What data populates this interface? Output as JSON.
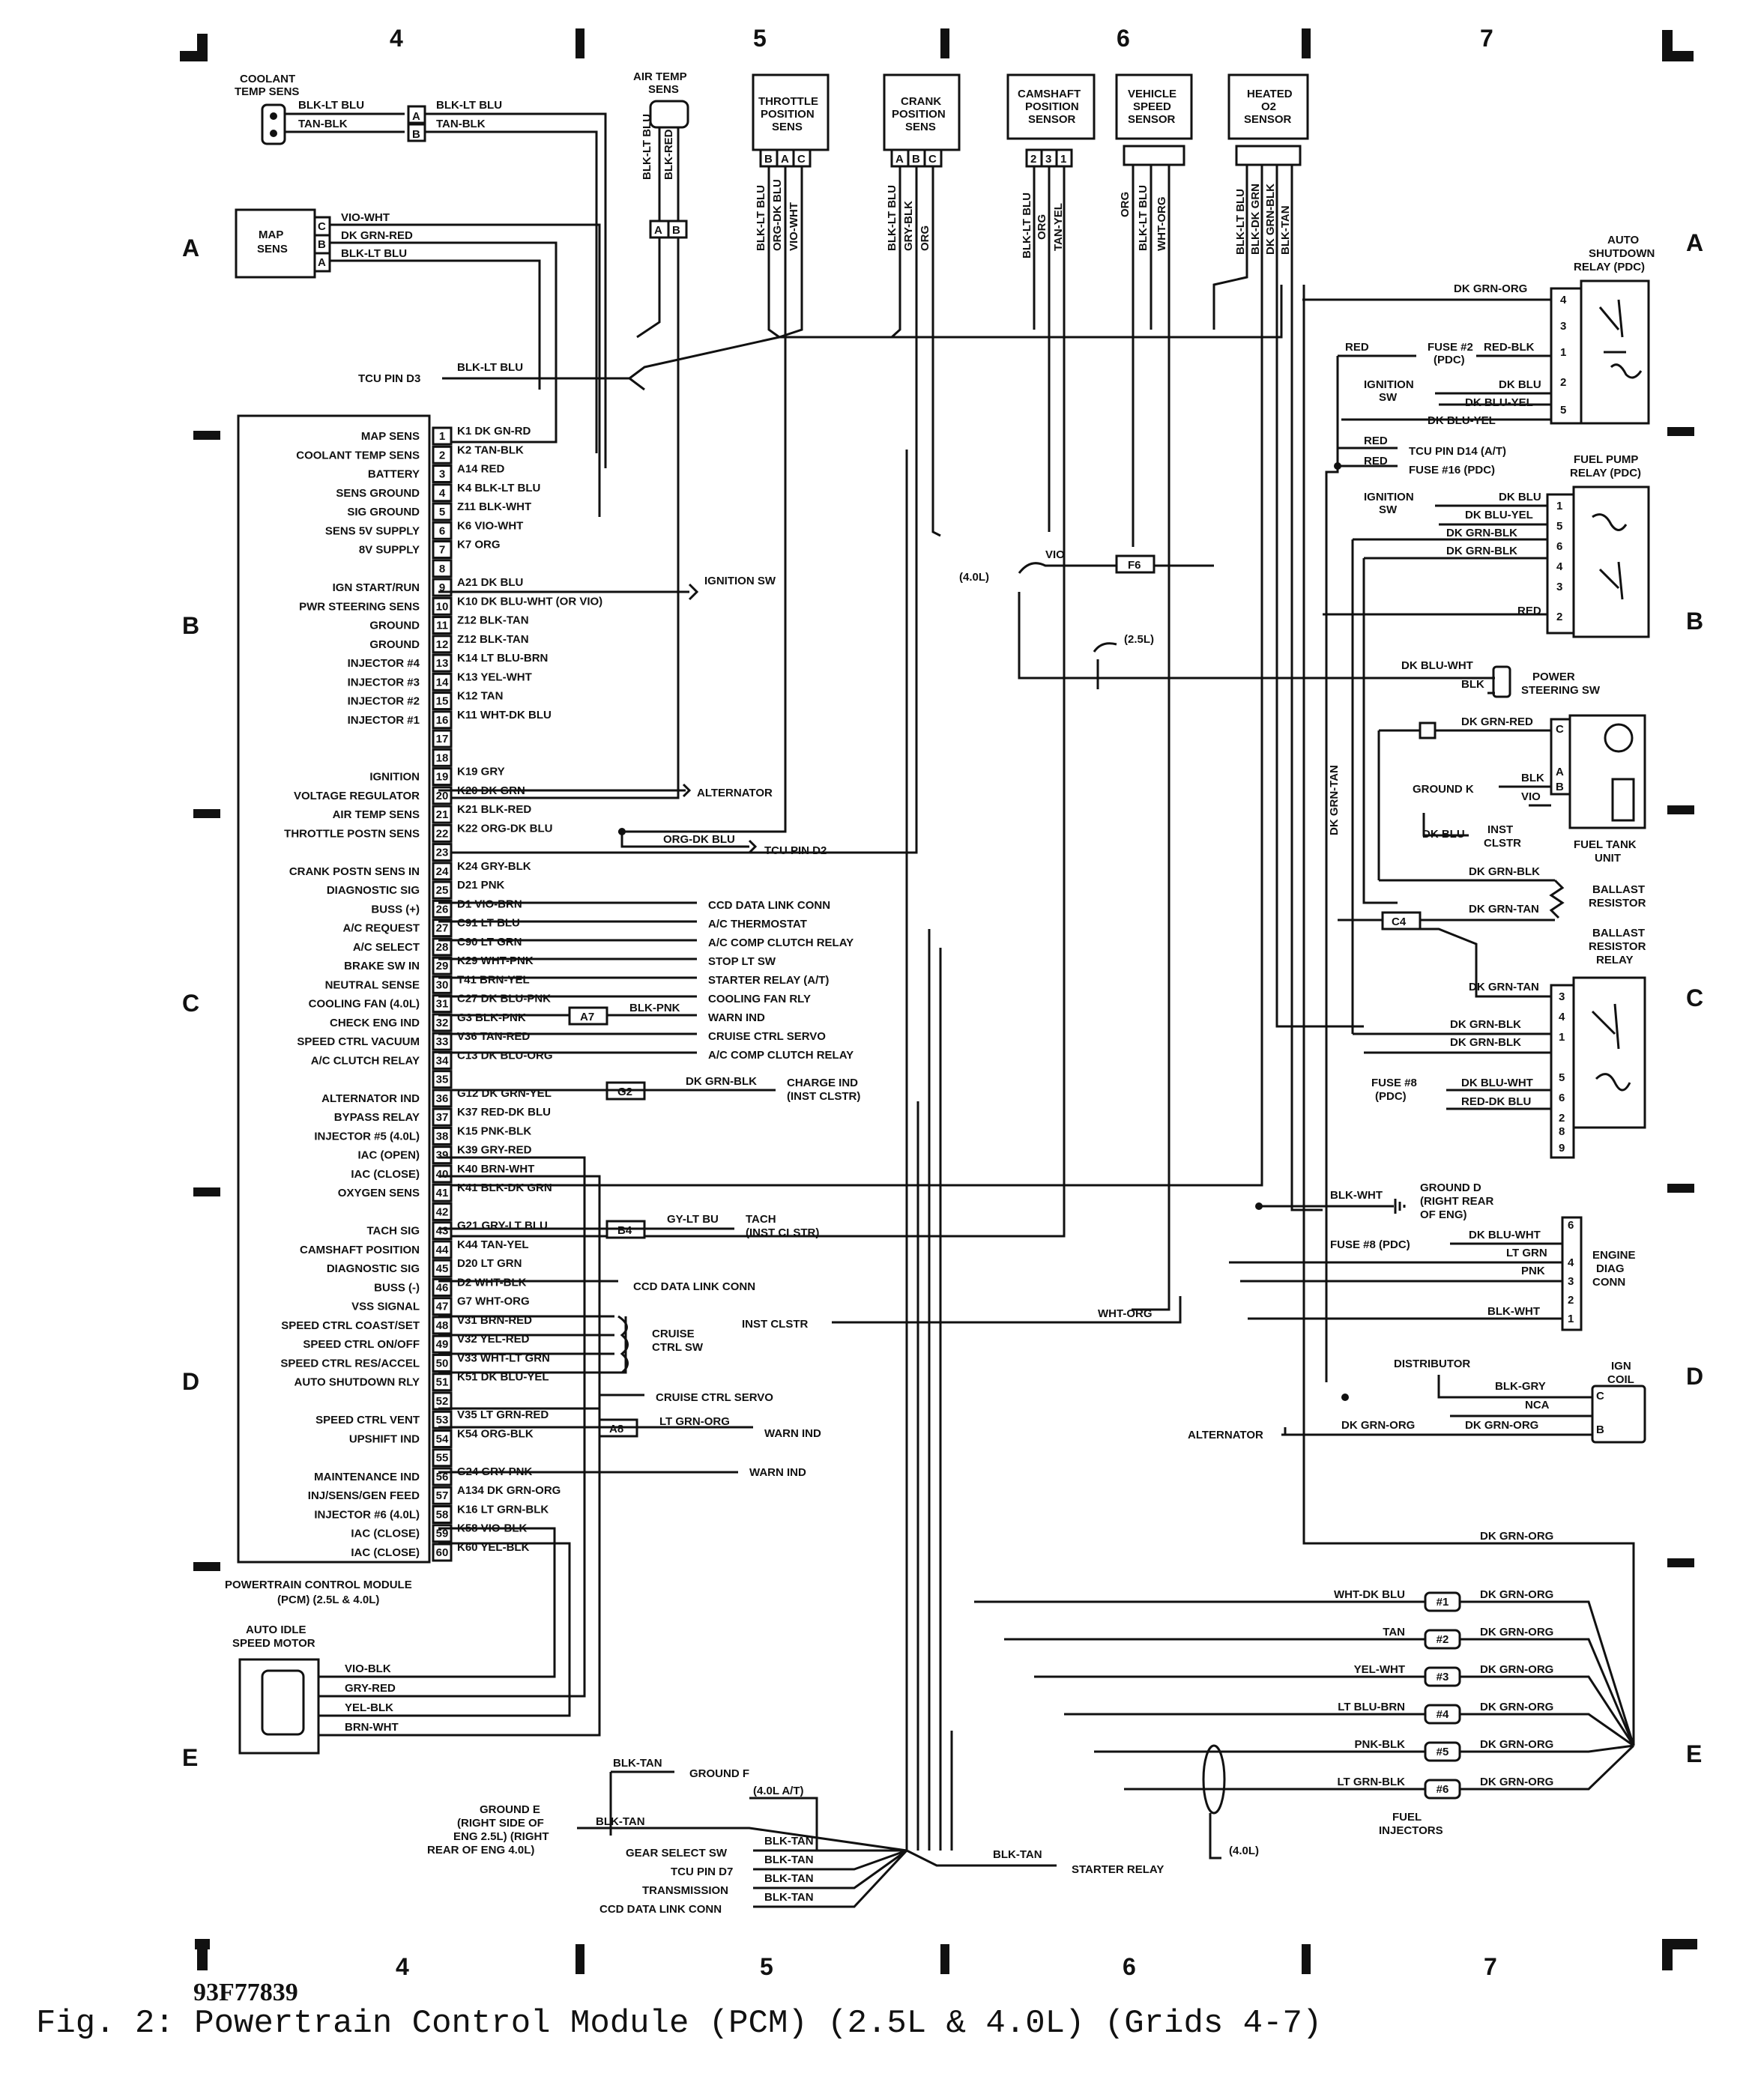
{
  "grid": {
    "top_numbers": [
      "4",
      "5",
      "6",
      "7"
    ],
    "bottom_numbers": [
      "4",
      "5",
      "6",
      "7"
    ],
    "left_letters": [
      "A",
      "B",
      "C",
      "D",
      "E"
    ],
    "right_letters": [
      "A",
      "B",
      "C",
      "D",
      "E"
    ]
  },
  "sensors": {
    "coolant": [
      "COOLANT",
      "TEMP SENS"
    ],
    "air_temp": [
      "AIR TEMP",
      "SENS"
    ],
    "throttle": [
      "THROTTLE",
      "POSITION",
      "SENS"
    ],
    "crank": [
      "CRANK",
      "POSITION",
      "SENS"
    ],
    "camshaft": [
      "CAMSHAFT",
      "POSITION",
      "SENSOR"
    ],
    "vehicle_speed": [
      "VEHICLE",
      "SPEED",
      "SENSOR"
    ],
    "heated_o2": [
      "HEATED",
      "O2",
      "SENSOR"
    ],
    "map": [
      "MAP",
      "SENS"
    ]
  },
  "top_wires": {
    "coolant": [
      "BLK-LT BLU",
      "TAN-BLK"
    ],
    "coolant_pins": [
      "A",
      "B"
    ],
    "map": [
      "VIO-WHT",
      "DK GRN-RED",
      "BLK-LT BLU"
    ],
    "map_pins": [
      "C",
      "B",
      "A"
    ],
    "tcu_pin": "TCU PIN D3",
    "tcu_wire": "BLK-LT BLU",
    "air_temp": [
      "BLK-LT BLU",
      "BLK-RED"
    ],
    "throttle": [
      "BLK-LT BLU",
      "ORG-DK BLU",
      "VIO-WHT"
    ],
    "crank": [
      "BLK-LT BLU",
      "GRY-BLK",
      "ORG"
    ],
    "camshaft": [
      "BLK-LT BLU",
      "ORG",
      "TAN-YEL"
    ],
    "vehicle_speed": [
      "ORG",
      "BLK-LT BLU",
      "WHT-ORG"
    ],
    "heated_o2": [
      "BLK-LT BLU",
      "BLK-DK GRN",
      "DK GRN-BLK",
      "BLK-TAN"
    ]
  },
  "pcm": {
    "title": [
      "POWERTRAIN CONTROL MODULE",
      "(PCM) (2.5L & 4.0L)"
    ],
    "pins": [
      {
        "n": "1",
        "label": "MAP SENS",
        "wire": "K1 DK GN-RD"
      },
      {
        "n": "2",
        "label": "COOLANT TEMP SENS",
        "wire": "K2 TAN-BLK"
      },
      {
        "n": "3",
        "label": "BATTERY",
        "wire": "A14 RED"
      },
      {
        "n": "4",
        "label": "SENS GROUND",
        "wire": "K4 BLK-LT BLU"
      },
      {
        "n": "5",
        "label": "SIG GROUND",
        "wire": "Z11 BLK-WHT"
      },
      {
        "n": "6",
        "label": "SENS 5V SUPPLY",
        "wire": "K6 VIO-WHT"
      },
      {
        "n": "7",
        "label": "8V SUPPLY",
        "wire": "K7 ORG"
      },
      {
        "n": "8",
        "label": "",
        "wire": ""
      },
      {
        "n": "9",
        "label": "IGN START/RUN",
        "wire": "A21 DK BLU"
      },
      {
        "n": "10",
        "label": "PWR STEERING SENS",
        "wire": "K10 DK BLU-WHT (OR VIO)"
      },
      {
        "n": "11",
        "label": "GROUND",
        "wire": "Z12 BLK-TAN"
      },
      {
        "n": "12",
        "label": "GROUND",
        "wire": "Z12 BLK-TAN"
      },
      {
        "n": "13",
        "label": "INJECTOR #4",
        "wire": "K14 LT BLU-BRN"
      },
      {
        "n": "14",
        "label": "INJECTOR #3",
        "wire": "K13 YEL-WHT"
      },
      {
        "n": "15",
        "label": "INJECTOR #2",
        "wire": "K12 TAN"
      },
      {
        "n": "16",
        "label": "INJECTOR #1",
        "wire": "K11 WHT-DK BLU"
      },
      {
        "n": "17",
        "label": "",
        "wire": ""
      },
      {
        "n": "18",
        "label": "",
        "wire": ""
      },
      {
        "n": "19",
        "label": "IGNITION",
        "wire": "K19 GRY"
      },
      {
        "n": "20",
        "label": "VOLTAGE REGULATOR",
        "wire": "K20 DK GRN"
      },
      {
        "n": "21",
        "label": "AIR TEMP SENS",
        "wire": "K21 BLK-RED"
      },
      {
        "n": "22",
        "label": "THROTTLE POSTN SENS",
        "wire": "K22 ORG-DK BLU"
      },
      {
        "n": "23",
        "label": "",
        "wire": ""
      },
      {
        "n": "24",
        "label": "CRANK POSTN SENS IN",
        "wire": "K24 GRY-BLK"
      },
      {
        "n": "25",
        "label": "DIAGNOSTIC SIG",
        "wire": "D21 PNK"
      },
      {
        "n": "26",
        "label": "BUSS (+)",
        "wire": "D1 VIO-BRN"
      },
      {
        "n": "27",
        "label": "A/C REQUEST",
        "wire": "C91 LT BLU"
      },
      {
        "n": "28",
        "label": "A/C SELECT",
        "wire": "C90 LT GRN"
      },
      {
        "n": "29",
        "label": "BRAKE SW IN",
        "wire": "K29 WHT-PNK"
      },
      {
        "n": "30",
        "label": "NEUTRAL SENSE",
        "wire": "T41 BRN-YEL"
      },
      {
        "n": "31",
        "label": "COOLING FAN (4.0L)",
        "wire": "C27 DK BLU-PNK"
      },
      {
        "n": "32",
        "label": "CHECK ENG IND",
        "wire": "G3 BLK-PNK"
      },
      {
        "n": "33",
        "label": "SPEED CTRL VACUUM",
        "wire": "V36 TAN-RED"
      },
      {
        "n": "34",
        "label": "A/C CLUTCH RELAY",
        "wire": "C13 DK BLU-ORG"
      },
      {
        "n": "35",
        "label": "",
        "wire": ""
      },
      {
        "n": "36",
        "label": "ALTERNATOR IND",
        "wire": "G12 DK GRN-YEL"
      },
      {
        "n": "37",
        "label": "BYPASS RELAY",
        "wire": "K37 RED-DK BLU"
      },
      {
        "n": "38",
        "label": "INJECTOR #5 (4.0L)",
        "wire": "K15 PNK-BLK"
      },
      {
        "n": "39",
        "label": "IAC (OPEN)",
        "wire": "K39 GRY-RED"
      },
      {
        "n": "40",
        "label": "IAC (CLOSE)",
        "wire": "K40 BRN-WHT"
      },
      {
        "n": "41",
        "label": "OXYGEN SENS",
        "wire": "K41 BLK-DK GRN"
      },
      {
        "n": "42",
        "label": "",
        "wire": ""
      },
      {
        "n": "43",
        "label": "TACH SIG",
        "wire": "G21 GRY-LT BLU"
      },
      {
        "n": "44",
        "label": "CAMSHAFT POSITION",
        "wire": "K44 TAN-YEL"
      },
      {
        "n": "45",
        "label": "DIAGNOSTIC SIG",
        "wire": "D20 LT GRN"
      },
      {
        "n": "46",
        "label": "BUSS (-)",
        "wire": "D2 WHT-BLK"
      },
      {
        "n": "47",
        "label": "VSS SIGNAL",
        "wire": "G7 WHT-ORG"
      },
      {
        "n": "48",
        "label": "SPEED CTRL COAST/SET",
        "wire": "V31 BRN-RED"
      },
      {
        "n": "49",
        "label": "SPEED CTRL ON/OFF",
        "wire": "V32 YEL-RED"
      },
      {
        "n": "50",
        "label": "SPEED CTRL RES/ACCEL",
        "wire": "V33 WHT-LT GRN"
      },
      {
        "n": "51",
        "label": "AUTO SHUTDOWN RLY",
        "wire": "K51 DK BLU-YEL"
      },
      {
        "n": "52",
        "label": "",
        "wire": ""
      },
      {
        "n": "53",
        "label": "SPEED CTRL VENT",
        "wire": "V35 LT GRN-RED"
      },
      {
        "n": "54",
        "label": "UPSHIFT IND",
        "wire": "K54 ORG-BLK"
      },
      {
        "n": "55",
        "label": "",
        "wire": ""
      },
      {
        "n": "56",
        "label": "MAINTENANCE IND",
        "wire": "G24 GRY-PNK"
      },
      {
        "n": "57",
        "label": "INJ/SENS/GEN FEED",
        "wire": "A134 DK GRN-ORG"
      },
      {
        "n": "58",
        "label": "INJECTOR #6 (4.0L)",
        "wire": "K16 LT GRN-BLK"
      },
      {
        "n": "59",
        "label": "IAC (CLOSE)",
        "wire": "K58 VIO-BLK"
      },
      {
        "n": "60",
        "label": "IAC (CLOSE)",
        "wire": "K60 YEL-BLK"
      }
    ]
  },
  "middle_dest": {
    "ignition_sw": "IGNITION SW",
    "alternator": "ALTERNATOR",
    "tcu_d2_wire": "ORG-DK BLU",
    "tcu_d2": "TCU PIN D2",
    "ccd": "CCD DATA LINK CONN",
    "ac_thermo": "A/C THERMOSTAT",
    "ac_comp": "A/C COMP CLUTCH RELAY",
    "stop_lt": "STOP LT SW",
    "starter_relay": "STARTER RELAY (A/T)",
    "cooling_fan": "COOLING FAN RLY",
    "warn_ind": "WARN IND",
    "cruise_servo": "CRUISE CTRL SERVO",
    "ac_comp2": "A/C COMP CLUTCH RELAY",
    "a7": "A7",
    "a7_wire": "BLK-PNK",
    "g2": "G2",
    "g2_wire": "DK GRN-BLK",
    "charge_ind": [
      "CHARGE IND",
      "(INST CLSTR)"
    ],
    "b4": "B4",
    "b4_wire": "GY-LT BU",
    "tach": [
      "TACH",
      "(INST CLSTR)"
    ],
    "ccd2": "CCD DATA LINK CONN",
    "cruise_sw": [
      "CRUISE",
      "CTRL SW"
    ],
    "inst_clstr": "INST CLSTR",
    "cruise_servo2": "CRUISE CTRL SERVO",
    "a8": "A8",
    "a8_wire": "LT GRN-ORG",
    "warn_ind2": "WARN IND",
    "warn_ind3": "WARN IND",
    "f6": "F6",
    "f6_wire": "VIO",
    "l40": "(4.0L)",
    "l25": "(2.5L)",
    "wht_org": "WHT-ORG"
  },
  "asd_relay": {
    "title": [
      "AUTO",
      "SHUTDOWN",
      "RELAY (PDC)"
    ],
    "wires": [
      "DK GRN-ORG",
      "RED",
      "RED-BLK",
      "DK BLU",
      "DK BLU-YEL",
      "DK BLU-YEL"
    ],
    "pins": [
      "4",
      "3",
      "1",
      "2",
      "5"
    ],
    "fuse": [
      "FUSE #2",
      "(PDC)"
    ],
    "ign_sw": [
      "IGNITION",
      "SW"
    ]
  },
  "tcu_d14": {
    "red1": "RED",
    "red2": "RED",
    "label1": "TCU PIN D14 (A/T)",
    "label2": "FUSE #16 (PDC)"
  },
  "fuel_pump_relay": {
    "title": [
      "FUEL PUMP",
      "RELAY (PDC)"
    ],
    "ign_sw": [
      "IGNITION",
      "SW"
    ],
    "wires": [
      "DK BLU",
      "DK BLU-YEL",
      "DK GRN-BLK",
      "DK GRN-BLK",
      "RED"
    ],
    "pins": [
      "1",
      "5",
      "6",
      "4",
      "3",
      "2"
    ]
  },
  "power_steering": {
    "wires": [
      "DK BLU-WHT",
      "BLK"
    ],
    "label": [
      "POWER",
      "STEERING SW"
    ]
  },
  "fuel_tank": {
    "wire_top": "DK GRN-RED",
    "pins": [
      "C",
      "A",
      "B"
    ],
    "ground": "GROUND K",
    "blk": "BLK",
    "vio": "VIO",
    "dk_blu": "DK BLU",
    "inst": [
      "INST",
      "CLSTR"
    ],
    "label": [
      "FUEL TANK",
      "UNIT"
    ],
    "vertical_wire": "DK GRN-TAN"
  },
  "ballast": {
    "wire": "DK GRN-BLK",
    "label": [
      "BALLAST",
      "RESISTOR"
    ],
    "c4": "C4",
    "c4_wire": "DK GRN-TAN"
  },
  "ballast_relay": {
    "title": [
      "BALLAST",
      "RESISTOR",
      "RELAY"
    ],
    "wires": [
      "DK GRN-TAN",
      "DK GRN-BLK",
      "DK GRN-BLK",
      "DK BLU-WHT",
      "RED-DK BLU"
    ],
    "pins": [
      "3",
      "4",
      "1",
      "5",
      "6",
      "2",
      "8",
      "9"
    ],
    "fuse": [
      "FUSE #8",
      "(PDC)"
    ]
  },
  "ground_d": {
    "wire": "BLK-WHT",
    "label": [
      "GROUND D",
      "(RIGHT REAR",
      "OF ENG)"
    ]
  },
  "diag_conn": {
    "fuse": "FUSE #8 (PDC)",
    "wires": [
      "DK BLU-WHT",
      "LT GRN",
      "PNK",
      "BLK-WHT"
    ],
    "pins": [
      "6",
      "4",
      "3",
      "2",
      "1"
    ],
    "label": [
      "ENGINE",
      "DIAG",
      "CONN"
    ],
    "inst": "INST CLSTR"
  },
  "ign_coil": {
    "distributor": "DISTRIBUTOR",
    "wires": [
      "BLK-GRY",
      "NCA",
      "DK GRN-ORG"
    ],
    "dk_grn_org": "DK GRN-ORG",
    "alternator": "ALTERNATOR",
    "label": [
      "IGN",
      "COIL"
    ],
    "pins": [
      "C",
      "B"
    ]
  },
  "injectors": {
    "feed": "DK GRN-ORG",
    "label": [
      "FUEL",
      "INJECTORS"
    ],
    "rows": [
      {
        "left": "WHT-DK BLU",
        "num": "#1",
        "right": "DK GRN-ORG"
      },
      {
        "left": "TAN",
        "num": "#2",
        "right": "DK GRN-ORG"
      },
      {
        "left": "YEL-WHT",
        "num": "#3",
        "right": "DK GRN-ORG"
      },
      {
        "left": "LT BLU-BRN",
        "num": "#4",
        "right": "DK GRN-ORG"
      },
      {
        "left": "PNK-BLK",
        "num": "#5",
        "right": "DK GRN-ORG"
      },
      {
        "left": "LT GRN-BLK",
        "num": "#6",
        "right": "DK GRN-ORG"
      }
    ],
    "l40": "(4.0L)"
  },
  "iac": {
    "title": [
      "AUTO IDLE",
      "SPEED MOTOR"
    ],
    "wires": [
      "VIO-BLK",
      "GRY-RED",
      "YEL-BLK",
      "BRN-WHT"
    ]
  },
  "bottom": {
    "blk_tan1": "BLK-TAN",
    "ground_f": "GROUND F",
    "l40at": "(4.0L A/T)",
    "ground_e": [
      "GROUND E",
      "(RIGHT SIDE OF",
      "ENG 2.5L) (RIGHT",
      "REAR OF ENG 4.0L)"
    ],
    "blk_tan2": "BLK-TAN",
    "gear": "GEAR SELECT SW",
    "tcu_d7": "TCU PIN D7",
    "trans": "TRANSMISSION",
    "ccd": "CCD DATA LINK CONN",
    "blk_tans": [
      "BLK-TAN",
      "BLK-TAN",
      "BLK-TAN",
      "BLK-TAN"
    ],
    "blk_tan3": "BLK-TAN",
    "starter": "STARTER RELAY"
  },
  "footer": {
    "code": "93F77839",
    "caption": "Fig. 2:  Powertrain Control Module (PCM) (2.5L & 4.0L) (Grids 4-7)"
  }
}
